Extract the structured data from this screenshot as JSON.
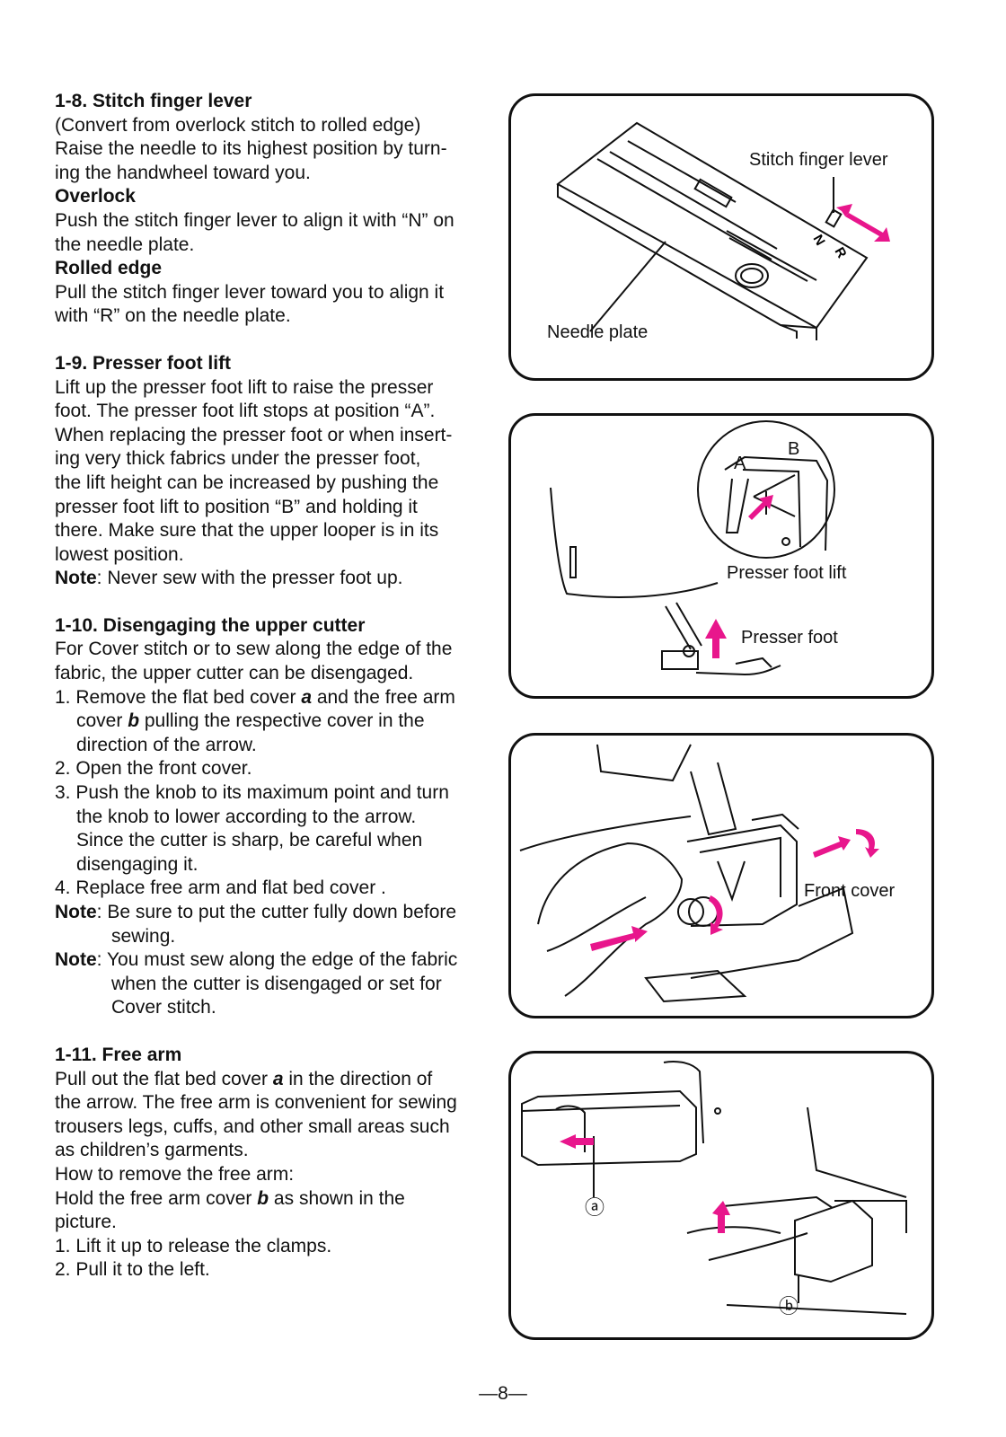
{
  "sections": {
    "s18": {
      "title": "1-8. Stitch finger lever",
      "lines": [
        "(Convert from overlock stitch to rolled edge)",
        "Raise the needle to its highest position by turn-",
        "ing the handwheel toward you."
      ],
      "sub1": "Overlock",
      "sub1_lines": [
        "Push the stitch finger lever to align it with “N” on",
        "the needle plate."
      ],
      "sub2": "Rolled edge",
      "sub2_lines": [
        "Pull the stitch finger lever toward you to align it",
        "with “R” on the needle plate."
      ]
    },
    "s19": {
      "title": "1-9. Presser foot lift",
      "lines": [
        "Lift up the presser foot lift to raise the presser",
        "foot. The presser foot lift stops at position “A”.",
        "When replacing the presser foot or when insert-",
        "ing very thick fabrics under the presser foot,",
        "the lift height can be increased by pushing the",
        "presser foot lift to position “B” and holding it",
        "there. Make sure that the upper looper is in its",
        "lowest position."
      ],
      "note_label": "Note",
      "note_text": ": Never sew with the presser foot up."
    },
    "s110": {
      "title": "1-10. Disengaging the upper cutter",
      "lines": [
        "For Cover stitch or to sew along the edge of the",
        "fabric, the upper cutter can be disengaged."
      ],
      "step1a": "1. Remove the flat bed cover ",
      "step1_a": "a",
      "step1b": " and the free arm",
      "step1c": "cover ",
      "step1_b": "b",
      "step1d": " pulling the respective cover in the",
      "step1e": "direction of the arrow.",
      "step2": "2. Open the front cover.",
      "step3": "3. Push the knob to its maximum point and turn",
      "step3b": "the knob to lower according to the arrow.",
      "step3c": "Since the cutter  is sharp, be careful when",
      "step3d": "disengaging it.",
      "step4": "4. Replace free arm and flat bed cover .",
      "note1_label": "Note",
      "note1_text": ": Be sure to put the cutter fully down before",
      "note1_cont": "sewing.",
      "note2_label": "Note",
      "note2_text": ": You must sew along the edge of the fabric",
      "note2_cont1": "when the cutter is disengaged or set for",
      "note2_cont2": "Cover stitch."
    },
    "s111": {
      "title": "1-11. Free arm",
      "line1a": "Pull out the flat bed cover ",
      "line1_a": "a",
      "line1b": " in the direction of",
      "lines": [
        "the arrow. The free arm is convenient for sewing",
        "trousers legs, cuffs, and other small areas such",
        "as children’s garments.",
        "How to remove the free arm:"
      ],
      "line6a": "Hold the free arm cover ",
      "line6_b": "b",
      "line6b": " as shown in the",
      "line7": "picture.",
      "step1": "1. Lift it up to release the clamps.",
      "step2": "2. Pull it to the left."
    }
  },
  "figures": {
    "fig1": {
      "label_lever": "Stitch finger lever",
      "label_plate": "Needle plate",
      "mark_n": "N",
      "mark_r": "R"
    },
    "fig2": {
      "label_a": "A",
      "label_b": "B",
      "label_lift": "Presser foot lift",
      "label_foot": "Presser foot"
    },
    "fig3": {
      "label_cover": "Front cover"
    },
    "fig4": {
      "label_a": "ⓐ",
      "label_b": "ⓑ"
    }
  },
  "colors": {
    "arrow": "#e8168c"
  },
  "page_number": "—8—"
}
